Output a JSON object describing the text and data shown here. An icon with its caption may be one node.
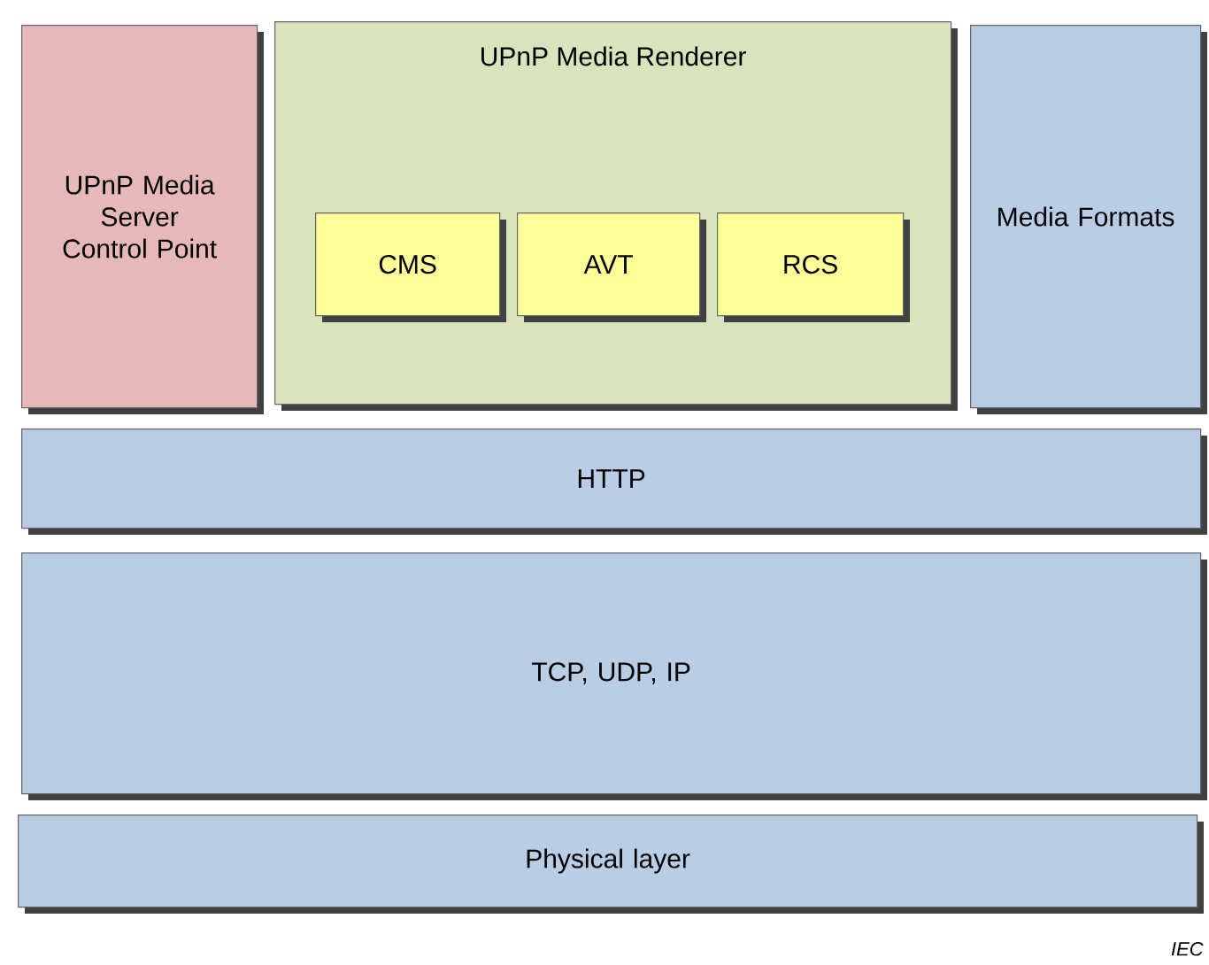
{
  "diagram": {
    "nodes": [
      {
        "text": [
          "UPnP Media Server Control Point"
        ]
      },
      {
        "text": [
          "UPnP Media Renderer"
        ]
      },
      {
        "text": [
          "CMS"
        ],
        "in": 1
      },
      {
        "text": [
          "AVT"
        ],
        "in": 1
      },
      {
        "text": [
          "RCS"
        ],
        "in": 1
      },
      {
        "text": [
          "Media Formats"
        ]
      },
      {
        "text": [
          "HTTP"
        ]
      },
      {
        "text": [
          "TCP, UDP, IP"
        ]
      },
      {
        "text": [
          "Physical layer"
        ]
      }
    ],
    "labels": [
      "IEC"
    ]
  }
}
